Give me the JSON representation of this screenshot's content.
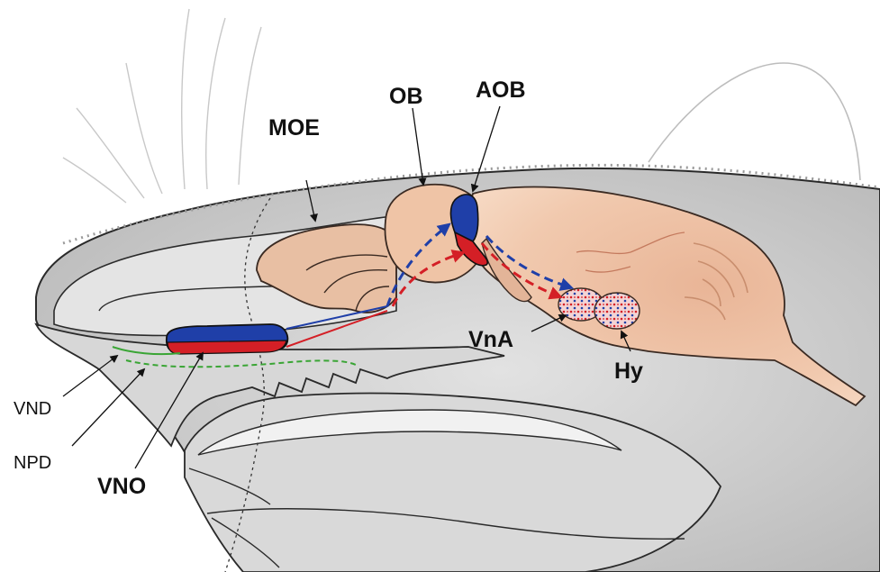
{
  "labels": {
    "moe": "MOE",
    "ob": "OB",
    "aob": "AOB",
    "vna": "VnA",
    "hy": "Hy",
    "vnd": "VND",
    "npd": "NPD",
    "vno": "VNO"
  },
  "colors": {
    "blue": "#1f3fa8",
    "red": "#d41f26",
    "brain": "#efc4a6",
    "brain_outline": "#3a2a22",
    "tissue_gray": "#cfcfcf",
    "green_duct": "#3aa535"
  }
}
